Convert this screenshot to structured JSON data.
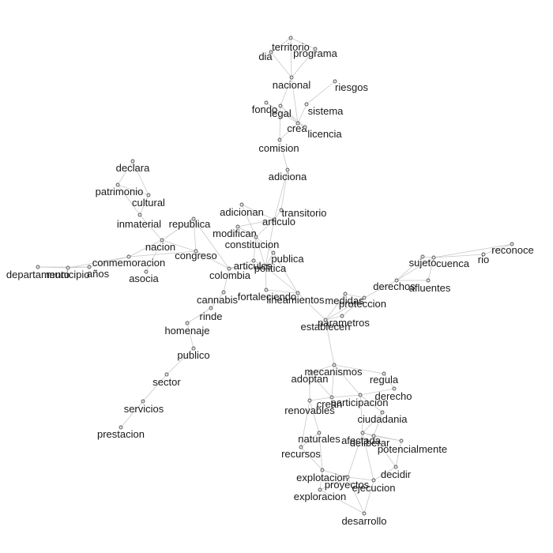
{
  "graph": {
    "nodes": [
      {
        "id": "territorio",
        "label": "territorio"
      },
      {
        "id": "dia",
        "label": "dia"
      },
      {
        "id": "programa",
        "label": "programa"
      },
      {
        "id": "nacional",
        "label": "nacional"
      },
      {
        "id": "riesgos",
        "label": "riesgos"
      },
      {
        "id": "fondo",
        "label": "fondo"
      },
      {
        "id": "legal",
        "label": "legal"
      },
      {
        "id": "sistema",
        "label": "sistema"
      },
      {
        "id": "crea",
        "label": "crea"
      },
      {
        "id": "licencia",
        "label": "licencia"
      },
      {
        "id": "comision",
        "label": "comision"
      },
      {
        "id": "adiciona",
        "label": "adiciona"
      },
      {
        "id": "declara",
        "label": "declara"
      },
      {
        "id": "patrimonio",
        "label": "patrimonio"
      },
      {
        "id": "cultural",
        "label": "cultural"
      },
      {
        "id": "inmaterial",
        "label": "inmaterial"
      },
      {
        "id": "republica",
        "label": "republica"
      },
      {
        "id": "adicionan",
        "label": "adicionan"
      },
      {
        "id": "transitorio",
        "label": "transitorio"
      },
      {
        "id": "articulo",
        "label": "articulo"
      },
      {
        "id": "modifican",
        "label": "modifican"
      },
      {
        "id": "constitucion",
        "label": "constitucion"
      },
      {
        "id": "nacion",
        "label": "nacion"
      },
      {
        "id": "congreso",
        "label": "congreso"
      },
      {
        "id": "conmemoracion",
        "label": "conmemoracion"
      },
      {
        "id": "departamento",
        "label": "departamento"
      },
      {
        "id": "municipio",
        "label": "municipio"
      },
      {
        "id": "anos",
        "label": "años"
      },
      {
        "id": "asocia",
        "label": "asocia"
      },
      {
        "id": "publica",
        "label": "publica"
      },
      {
        "id": "articulos",
        "label": "articulos"
      },
      {
        "id": "politica",
        "label": "politica"
      },
      {
        "id": "colombia",
        "label": "colombia"
      },
      {
        "id": "cannabis",
        "label": "cannabis"
      },
      {
        "id": "fortaleciendo",
        "label": "fortaleciendo"
      },
      {
        "id": "lineamientos",
        "label": "lineamientos"
      },
      {
        "id": "medidas",
        "label": "medidas"
      },
      {
        "id": "proteccion",
        "label": "proteccion"
      },
      {
        "id": "parametros",
        "label": "parametros"
      },
      {
        "id": "establecen",
        "label": "establecen"
      },
      {
        "id": "rinde",
        "label": "rinde"
      },
      {
        "id": "homenaje",
        "label": "homenaje"
      },
      {
        "id": "publico",
        "label": "publico"
      },
      {
        "id": "sector",
        "label": "sector"
      },
      {
        "id": "servicios",
        "label": "servicios"
      },
      {
        "id": "prestacion",
        "label": "prestacion"
      },
      {
        "id": "reconoce",
        "label": "reconoce"
      },
      {
        "id": "rio",
        "label": "rio"
      },
      {
        "id": "sujeto",
        "label": "sujeto"
      },
      {
        "id": "cuenca",
        "label": "cuenca"
      },
      {
        "id": "derechos",
        "label": "derechos"
      },
      {
        "id": "afluentes",
        "label": "afluentes"
      },
      {
        "id": "mecanismos",
        "label": "mecanismos"
      },
      {
        "id": "adoptan",
        "label": "adoptan"
      },
      {
        "id": "regula",
        "label": "regula"
      },
      {
        "id": "derecho",
        "label": "derecho"
      },
      {
        "id": "crean",
        "label": "crean"
      },
      {
        "id": "participacion",
        "label": "participacion"
      },
      {
        "id": "renovables",
        "label": "renovables"
      },
      {
        "id": "ciudadania",
        "label": "ciudadania"
      },
      {
        "id": "naturales",
        "label": "naturales"
      },
      {
        "id": "afectada",
        "label": "afectada"
      },
      {
        "id": "deliberar",
        "label": "deliberar"
      },
      {
        "id": "potencialmente",
        "label": "potencialmente"
      },
      {
        "id": "recursos",
        "label": "recursos"
      },
      {
        "id": "decidir",
        "label": "decidir"
      },
      {
        "id": "explotacion",
        "label": "explotacion"
      },
      {
        "id": "proyectos",
        "label": "proyectos"
      },
      {
        "id": "ejecucion",
        "label": "ejecucion"
      },
      {
        "id": "exploracion",
        "label": "exploracion"
      },
      {
        "id": "desarrollo",
        "label": "desarrollo"
      }
    ],
    "edges": [
      [
        "territorio",
        "programa"
      ],
      [
        "territorio",
        "dia"
      ],
      [
        "territorio",
        "nacional"
      ],
      [
        "dia",
        "nacional"
      ],
      [
        "programa",
        "nacional"
      ],
      [
        "nacional",
        "legal"
      ],
      [
        "nacional",
        "crea"
      ],
      [
        "fondo",
        "crea"
      ],
      [
        "legal",
        "crea"
      ],
      [
        "riesgos",
        "sistema"
      ],
      [
        "sistema",
        "crea"
      ],
      [
        "crea",
        "licencia"
      ],
      [
        "legal",
        "licencia"
      ],
      [
        "crea",
        "comision"
      ],
      [
        "legal",
        "comision"
      ],
      [
        "comision",
        "adiciona"
      ],
      [
        "adiciona",
        "articulo"
      ],
      [
        "adiciona",
        "transitorio"
      ],
      [
        "articulo",
        "transitorio"
      ],
      [
        "articulo",
        "constitucion"
      ],
      [
        "articulo",
        "adicionan"
      ],
      [
        "articulo",
        "modifican"
      ],
      [
        "articulo",
        "politica"
      ],
      [
        "adicionan",
        "constitucion"
      ],
      [
        "modifican",
        "constitucion"
      ],
      [
        "constitucion",
        "articulos"
      ],
      [
        "constitucion",
        "politica"
      ],
      [
        "constitucion",
        "publica"
      ],
      [
        "articulos",
        "politica"
      ],
      [
        "politica",
        "publica"
      ],
      [
        "colombia",
        "politica"
      ],
      [
        "colombia",
        "articulos"
      ],
      [
        "colombia",
        "republica"
      ],
      [
        "colombia",
        "congreso"
      ],
      [
        "colombia",
        "cannabis"
      ],
      [
        "politica",
        "lineamientos"
      ],
      [
        "politica",
        "fortaleciendo"
      ],
      [
        "fortaleciendo",
        "lineamientos"
      ],
      [
        "lineamientos",
        "establecen"
      ],
      [
        "publica",
        "lineamientos"
      ],
      [
        "establecen",
        "parametros"
      ],
      [
        "establecen",
        "medidas"
      ],
      [
        "establecen",
        "proteccion"
      ],
      [
        "medidas",
        "proteccion"
      ],
      [
        "parametros",
        "proteccion"
      ],
      [
        "proteccion",
        "derechos"
      ],
      [
        "establecen",
        "mecanismos"
      ],
      [
        "republica",
        "congreso"
      ],
      [
        "republica",
        "nacion"
      ],
      [
        "nacion",
        "congreso"
      ],
      [
        "nacion",
        "conmemoracion"
      ],
      [
        "nacion",
        "asocia"
      ],
      [
        "nacion",
        "inmaterial"
      ],
      [
        "inmaterial",
        "cultural"
      ],
      [
        "inmaterial",
        "patrimonio"
      ],
      [
        "patrimonio",
        "cultural"
      ],
      [
        "patrimonio",
        "declara"
      ],
      [
        "declara",
        "cultural"
      ],
      [
        "conmemoracion",
        "anos"
      ],
      [
        "conmemoracion",
        "municipio"
      ],
      [
        "municipio",
        "departamento"
      ],
      [
        "municipio",
        "anos"
      ],
      [
        "departamento",
        "anos"
      ],
      [
        "conmemoracion",
        "congreso"
      ],
      [
        "cannabis",
        "rinde"
      ],
      [
        "rinde",
        "homenaje"
      ],
      [
        "homenaje",
        "publico"
      ],
      [
        "publico",
        "sector"
      ],
      [
        "sector",
        "servicios"
      ],
      [
        "servicios",
        "prestacion"
      ],
      [
        "reconoce",
        "rio"
      ],
      [
        "rio",
        "cuenca"
      ],
      [
        "reconoce",
        "cuenca"
      ],
      [
        "sujeto",
        "cuenca"
      ],
      [
        "sujeto",
        "derechos"
      ],
      [
        "cuenca",
        "derechos"
      ],
      [
        "cuenca",
        "afluentes"
      ],
      [
        "derechos",
        "afluentes"
      ],
      [
        "mecanismos",
        "adoptan"
      ],
      [
        "mecanismos",
        "participacion"
      ],
      [
        "mecanismos",
        "regula"
      ],
      [
        "mecanismos",
        "crean"
      ],
      [
        "adoptan",
        "crean"
      ],
      [
        "adoptan",
        "renovables"
      ],
      [
        "regula",
        "derecho"
      ],
      [
        "derecho",
        "participacion"
      ],
      [
        "participacion",
        "ciudadania"
      ],
      [
        "crean",
        "participacion"
      ],
      [
        "crean",
        "renovables"
      ],
      [
        "renovables",
        "naturales"
      ],
      [
        "renovables",
        "recursos"
      ],
      [
        "naturales",
        "recursos"
      ],
      [
        "naturales",
        "explotacion"
      ],
      [
        "recursos",
        "explotacion"
      ],
      [
        "ciudadania",
        "afectada"
      ],
      [
        "ciudadania",
        "deliberar"
      ],
      [
        "afectada",
        "deliberar"
      ],
      [
        "afectada",
        "potencialmente"
      ],
      [
        "deliberar",
        "potencialmente"
      ],
      [
        "deliberar",
        "decidir"
      ],
      [
        "afectada",
        "ejecucion"
      ],
      [
        "potencialmente",
        "decidir"
      ],
      [
        "decidir",
        "ejecucion"
      ],
      [
        "participacion",
        "afectada"
      ],
      [
        "explotacion",
        "proyectos"
      ],
      [
        "proyectos",
        "ejecucion"
      ],
      [
        "proyectos",
        "exploracion"
      ],
      [
        "explotacion",
        "exploracion"
      ],
      [
        "proyectos",
        "desarrollo"
      ],
      [
        "exploracion",
        "desarrollo"
      ],
      [
        "ejecucion",
        "desarrollo"
      ],
      [
        "afectada",
        "proyectos"
      ]
    ]
  }
}
